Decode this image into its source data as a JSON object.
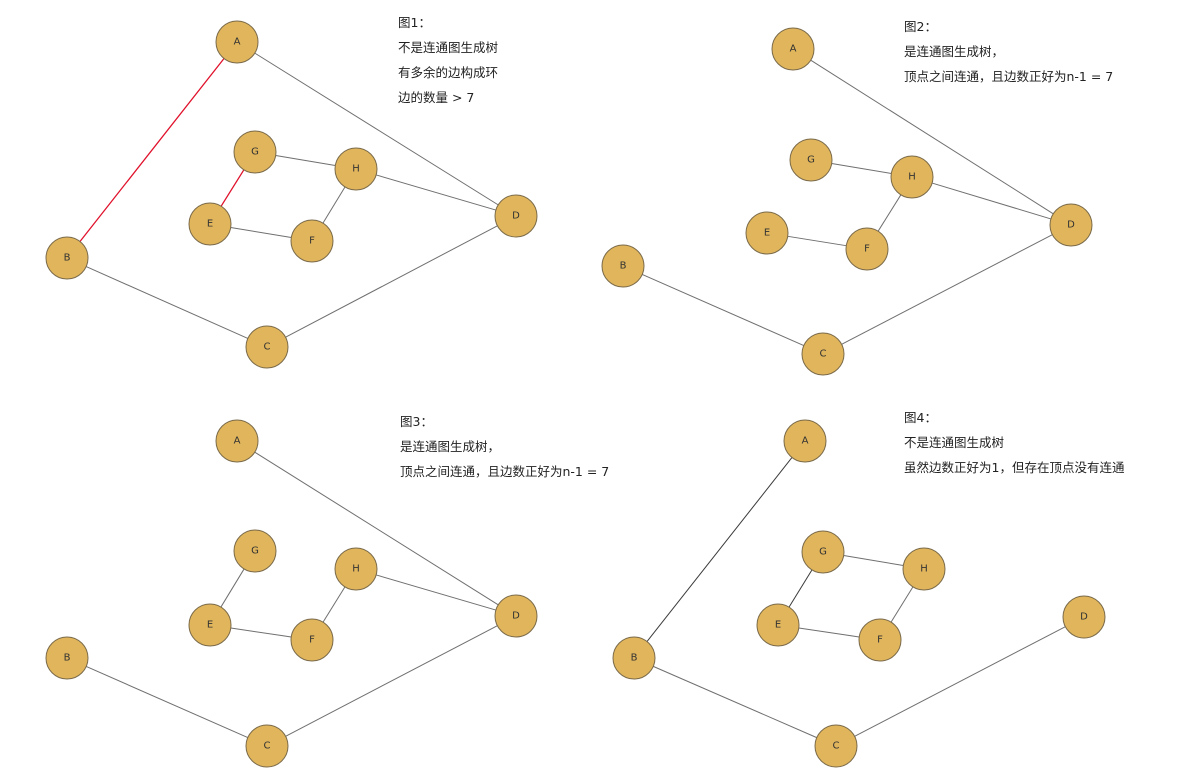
{
  "colors": {
    "node_fill": "#e0b55b",
    "edge": "#6f6f6f",
    "highlight_edge": "#e0112b"
  },
  "panels": [
    {
      "id": "fig1",
      "caption": [
        "图1：",
        "不是连通图生成树",
        "有多余的边构成环",
        "边的数量 > 7"
      ],
      "nodes": [
        {
          "label": "A"
        },
        {
          "label": "B"
        },
        {
          "label": "C"
        },
        {
          "label": "D"
        },
        {
          "label": "E"
        },
        {
          "label": "F"
        },
        {
          "label": "G"
        },
        {
          "label": "H"
        }
      ],
      "edges": [
        {
          "from": "A",
          "to": "B",
          "highlight": true
        },
        {
          "from": "A",
          "to": "D"
        },
        {
          "from": "B",
          "to": "C"
        },
        {
          "from": "C",
          "to": "D"
        },
        {
          "from": "G",
          "to": "H"
        },
        {
          "from": "H",
          "to": "D"
        },
        {
          "from": "H",
          "to": "F"
        },
        {
          "from": "E",
          "to": "F"
        },
        {
          "from": "E",
          "to": "G",
          "highlight": true
        }
      ]
    },
    {
      "id": "fig2",
      "caption": [
        "图2：",
        "是连通图生成树，",
        "顶点之间连通，且边数正好为n-1 = 7"
      ],
      "nodes": [
        {
          "label": "A"
        },
        {
          "label": "B"
        },
        {
          "label": "C"
        },
        {
          "label": "D"
        },
        {
          "label": "E"
        },
        {
          "label": "F"
        },
        {
          "label": "G"
        },
        {
          "label": "H"
        }
      ],
      "edges": [
        {
          "from": "A",
          "to": "D"
        },
        {
          "from": "B",
          "to": "C"
        },
        {
          "from": "C",
          "to": "D"
        },
        {
          "from": "G",
          "to": "H"
        },
        {
          "from": "H",
          "to": "D"
        },
        {
          "from": "H",
          "to": "F"
        },
        {
          "from": "E",
          "to": "F"
        }
      ]
    },
    {
      "id": "fig3",
      "caption": [
        "图3：",
        "是连通图生成树，",
        "顶点之间连通，且边数正好为n-1 = 7"
      ],
      "nodes": [
        {
          "label": "A"
        },
        {
          "label": "B"
        },
        {
          "label": "C"
        },
        {
          "label": "D"
        },
        {
          "label": "E"
        },
        {
          "label": "F"
        },
        {
          "label": "G"
        },
        {
          "label": "H"
        }
      ],
      "edges": [
        {
          "from": "A",
          "to": "D"
        },
        {
          "from": "B",
          "to": "C"
        },
        {
          "from": "C",
          "to": "D"
        },
        {
          "from": "H",
          "to": "D"
        },
        {
          "from": "H",
          "to": "F"
        },
        {
          "from": "E",
          "to": "F"
        },
        {
          "from": "E",
          "to": "G"
        }
      ]
    },
    {
      "id": "fig4",
      "caption": [
        "图4：",
        "不是连通图生成树",
        "虽然边数正好为1，但存在顶点没有连通"
      ],
      "nodes": [
        {
          "label": "A"
        },
        {
          "label": "B"
        },
        {
          "label": "C"
        },
        {
          "label": "D"
        },
        {
          "label": "E"
        },
        {
          "label": "F"
        },
        {
          "label": "G"
        },
        {
          "label": "H"
        }
      ],
      "edges": [
        {
          "from": "A",
          "to": "B",
          "dark": true
        },
        {
          "from": "B",
          "to": "C"
        },
        {
          "from": "C",
          "to": "D"
        },
        {
          "from": "G",
          "to": "H"
        },
        {
          "from": "H",
          "to": "F"
        },
        {
          "from": "E",
          "to": "F"
        },
        {
          "from": "E",
          "to": "G",
          "dark": true
        }
      ]
    }
  ]
}
